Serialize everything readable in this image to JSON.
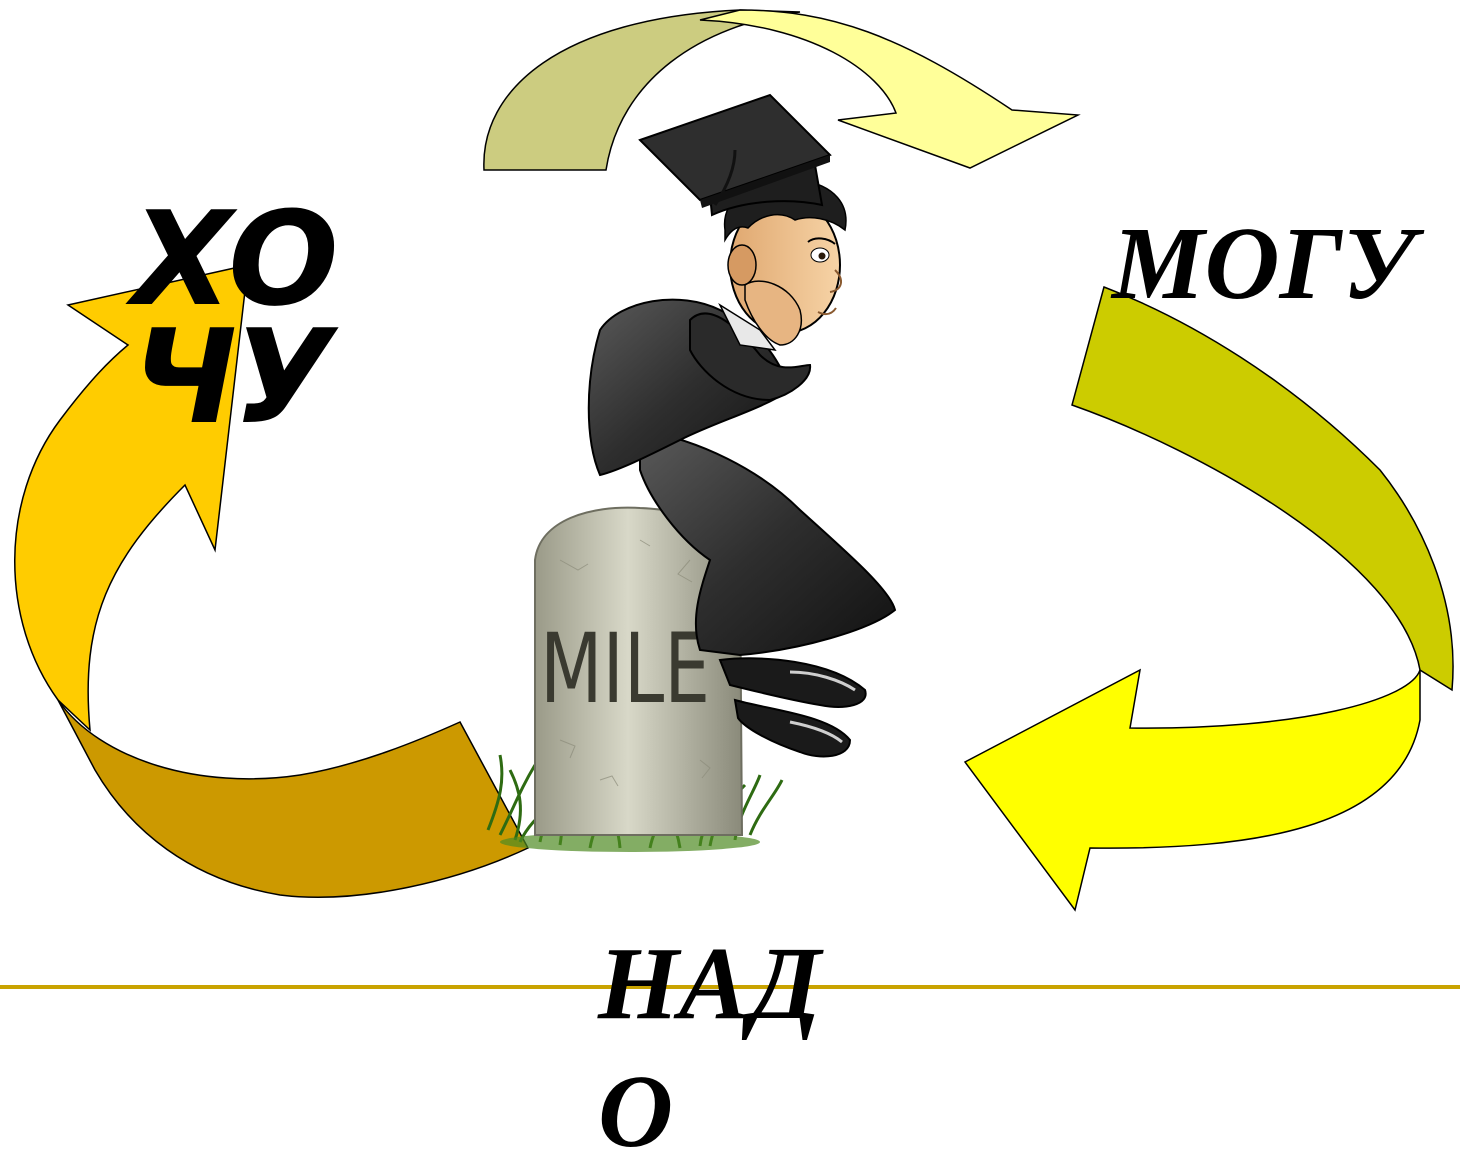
{
  "words": {
    "want": "ХОЧУ",
    "can": "МОГУ",
    "must": "НАДО"
  },
  "milestone": {
    "label": "MILE"
  },
  "colors": {
    "top_arrow_left": "#cccc80",
    "top_arrow_right": "#ffff99",
    "right_arrow_upper": "#cccc00",
    "right_arrow_lower": "#ffff00",
    "left_arrow_upper": "#ffcc00",
    "left_arrow_lower": "#cc9900",
    "divider": "#c9a300"
  }
}
